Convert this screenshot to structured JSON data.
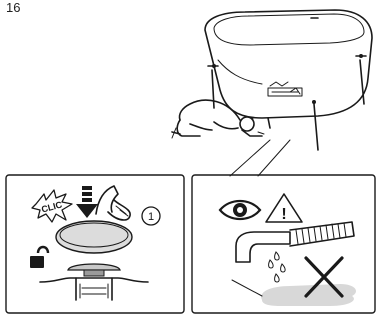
{
  "step": {
    "number": "16"
  },
  "left_panel": {
    "sound_label": "CLIC",
    "callout_number": "1"
  },
  "right_panel": {
    "warning_symbol": "!"
  },
  "icons": [
    "eye-icon",
    "warning-triangle-icon",
    "unlock-padlock-icon",
    "prohibition-cross-icon",
    "press-down-arrow-icon"
  ]
}
